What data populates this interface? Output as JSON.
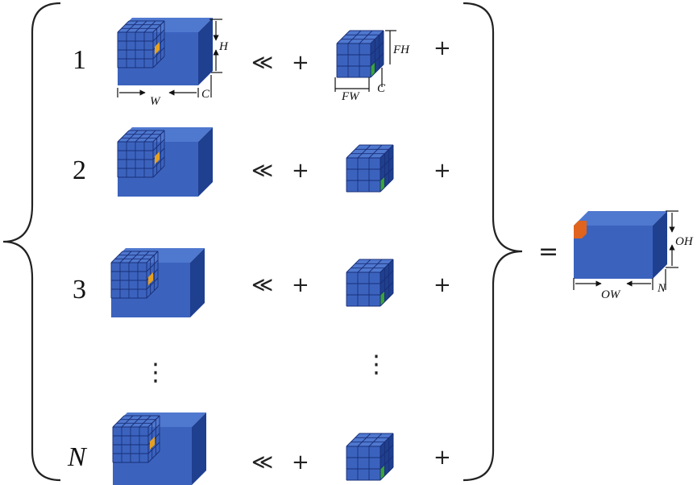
{
  "colors": {
    "front": "#3b63be",
    "top": "#4f78cf",
    "side": "#1f3f8f",
    "grid_line": "#1a2f78",
    "input_highlight": "#e6a020",
    "filter_highlight": "#3aa53a",
    "output_highlight": "#e0641e"
  },
  "rows": [
    {
      "label": "1"
    },
    {
      "label": "2"
    },
    {
      "label": "3"
    },
    {
      "label": "N"
    }
  ],
  "operators": {
    "shift": "≪",
    "plus": "+",
    "equals": "="
  },
  "ellipsis": "⋮",
  "dims": {
    "input_height": "H",
    "input_width": "W",
    "input_channels": "C",
    "filter_height": "FH",
    "filter_width": "FW",
    "filter_channels": "C",
    "output_height": "OH",
    "output_width": "OW",
    "output_channels": "N"
  },
  "icons": {
    "left_brace": "left-brace",
    "right_brace": "right-brace"
  }
}
